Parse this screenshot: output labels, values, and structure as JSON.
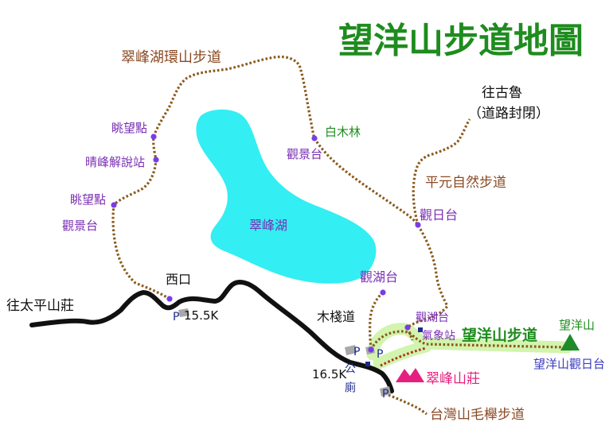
{
  "title": "望洋山步道地圖",
  "lake": {
    "name": "翠峰湖"
  },
  "trails": {
    "lake_loop": "翠峰湖環山步道",
    "pingyuan": "平元自然步道",
    "wangyangshan": "望洋山步道",
    "beech": "台灣山毛櫸步道",
    "boardwalk": "木棧道"
  },
  "directions": {
    "to_gulu": "往古魯",
    "gulu_note": "（道路封閉）",
    "to_taipingshan": "往太平山莊"
  },
  "points": {
    "lookout_upper": "眺望點",
    "qingfeng_station": "晴峰解說站",
    "lookout_lower": "眺望點",
    "viewing_deck_west": "觀景台",
    "viewing_deck_north": "觀景台",
    "white_wood_forest": "白木林",
    "sunrise_deck": "觀日台",
    "lake_view_deck_upper": "觀湖台",
    "lake_view_deck_lower": "觀湖台",
    "weather_station": "氣象站",
    "west_entrance": "西口",
    "peak": "望洋山",
    "peak_sunrise_deck": "望洋山觀日台",
    "lodge": "翠峰山莊",
    "toilet": "公廁"
  },
  "mileposts": {
    "km_15_5": "15.5K",
    "km_16_5": "16.5K"
  },
  "parking": {
    "label": "P"
  },
  "icons": {
    "viewpoint": "purple-dot-icon",
    "facility": "navy-square-icon",
    "parking": "parking-icon",
    "peak": "mountain-triangle-icon",
    "lodge": "lodge-icon"
  },
  "colors": {
    "trail": "#8a5a1c",
    "band": "#d2f4ae",
    "lake": "#33eef2",
    "dot": "#7a3ce6",
    "purple": "#7a2fb4",
    "brown": "#8b4a24",
    "green": "#1e8c1e",
    "navy": "#1c2a8c",
    "magenta": "#e6207e",
    "blue": "#3a3cc0"
  }
}
